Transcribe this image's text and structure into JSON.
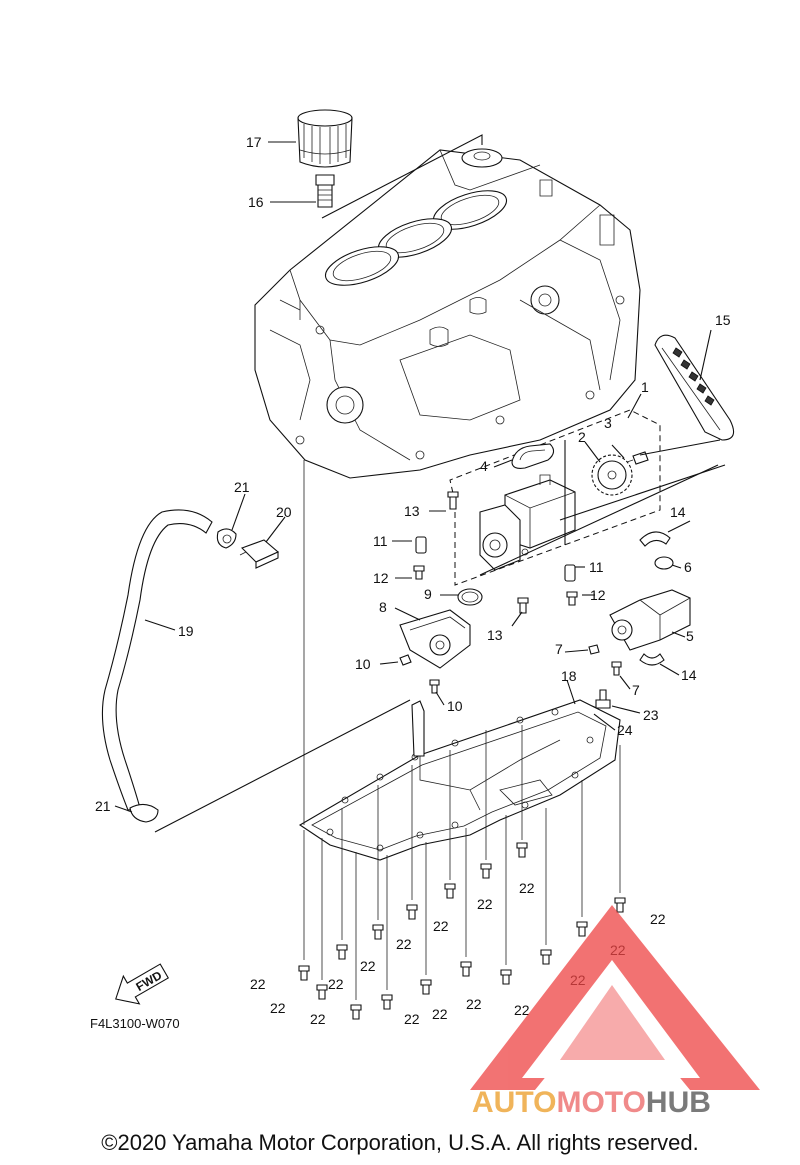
{
  "callouts": [
    "1",
    "2",
    "3",
    "4",
    "5",
    "6",
    "7",
    "8",
    "9",
    "10",
    "11",
    "12",
    "13",
    "14",
    "15",
    "16",
    "17",
    "18",
    "19",
    "20",
    "21",
    "22",
    "23",
    "24"
  ],
  "fwd_label": "FWD",
  "diagram_code": "F4L3100-W070",
  "copyright": "©2020 Yamaha Motor Corporation, U.S.A. All rights reserved.",
  "watermark": {
    "word1": "AUTO",
    "word2": "MOTO",
    "word3": "HUB",
    "color1": "#f0b45a",
    "color2": "#f08a8a",
    "color3": "#7a7a7a",
    "logo_color": "#ee4444"
  }
}
